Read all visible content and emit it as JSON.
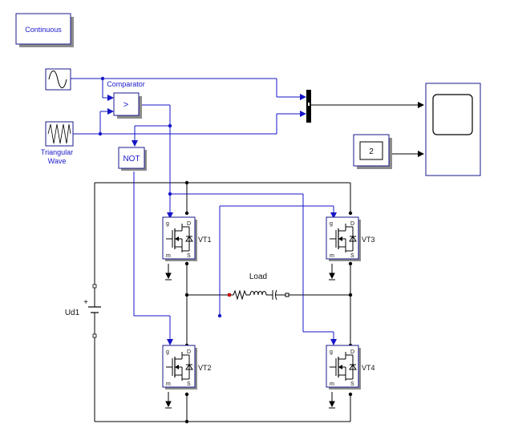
{
  "colors": {
    "signal_blue": "#1515c8",
    "wire_black": "#000000",
    "block_border": "#1a1a8c",
    "block_fill": "#ffffff",
    "shadow": "#8c8c8c",
    "label_blue": "#1a1ac8",
    "text_black": "#111111"
  },
  "blocks": {
    "powergui": {
      "label": "Continuous",
      "icon": "powergui-block"
    },
    "sine": {
      "icon": "sine-wave-icon"
    },
    "triangular": {
      "icon": "triangle-wave-icon",
      "label_line1": "Triangular",
      "label_line2": "Wave"
    },
    "comparator": {
      "title": "Comparator",
      "symbol": ">"
    },
    "not_gate": {
      "label": "NOT"
    },
    "mux": {
      "icon": "mux-bar"
    },
    "scope": {
      "icon": "scope-screen-icon"
    },
    "constant": {
      "value": "2"
    },
    "dc_source": {
      "label": "Ud1",
      "plus": "+"
    },
    "load": {
      "label": "Load",
      "icon": "rlc-branch-icon"
    }
  },
  "mosfets": [
    {
      "name": "VT1",
      "gate": "g",
      "drain": "D",
      "source": "S",
      "measure": "m"
    },
    {
      "name": "VT3",
      "gate": "g",
      "drain": "D",
      "source": "S",
      "measure": "m"
    },
    {
      "name": "VT2",
      "gate": "g",
      "drain": "D",
      "source": "S",
      "measure": "m"
    },
    {
      "name": "VT4",
      "gate": "g",
      "drain": "D",
      "source": "S",
      "measure": "m"
    }
  ]
}
